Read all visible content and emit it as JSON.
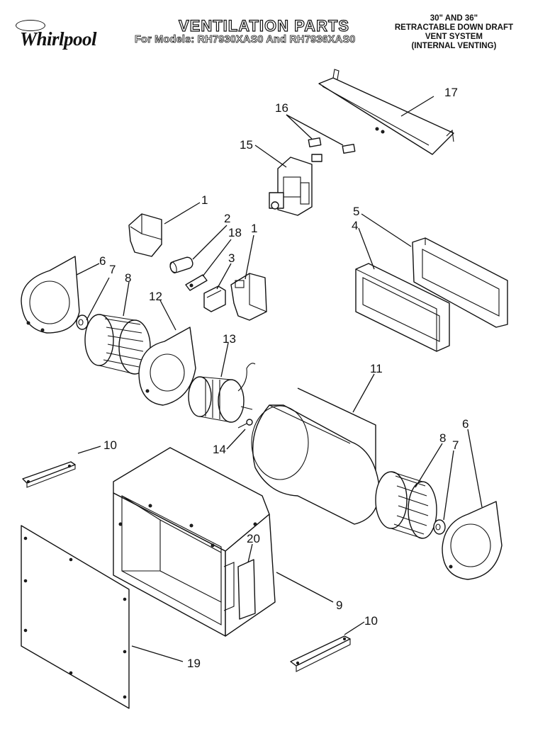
{
  "header": {
    "brand": "Whirlpool",
    "title": "VENTILATION PARTS",
    "subtitle": "For Models: RH7930XAS0 And RH7936XAS0",
    "system_lines": [
      "30\" AND 36\"",
      "RETRACTABLE DOWN DRAFT",
      "VENT SYSTEM",
      "(INTERNAL VENTING)"
    ]
  },
  "callouts": [
    {
      "id": "c17",
      "label": "17"
    },
    {
      "id": "c16",
      "label": "16"
    },
    {
      "id": "c15",
      "label": "15"
    },
    {
      "id": "c1a",
      "label": "1"
    },
    {
      "id": "c2",
      "label": "2"
    },
    {
      "id": "c18",
      "label": "18"
    },
    {
      "id": "c1b",
      "label": "1"
    },
    {
      "id": "c3",
      "label": "3"
    },
    {
      "id": "c5",
      "label": "5"
    },
    {
      "id": "c4",
      "label": "4"
    },
    {
      "id": "c6a",
      "label": "6"
    },
    {
      "id": "c7a",
      "label": "7"
    },
    {
      "id": "c8a",
      "label": "8"
    },
    {
      "id": "c12",
      "label": "12"
    },
    {
      "id": "c13",
      "label": "13"
    },
    {
      "id": "c11",
      "label": "11"
    },
    {
      "id": "c14",
      "label": "14"
    },
    {
      "id": "c10a",
      "label": "10"
    },
    {
      "id": "c8b",
      "label": "8"
    },
    {
      "id": "c7b",
      "label": "7"
    },
    {
      "id": "c6b",
      "label": "6"
    },
    {
      "id": "c20",
      "label": "20"
    },
    {
      "id": "c9",
      "label": "9"
    },
    {
      "id": "c10b",
      "label": "10"
    },
    {
      "id": "c19",
      "label": "19"
    }
  ]
}
